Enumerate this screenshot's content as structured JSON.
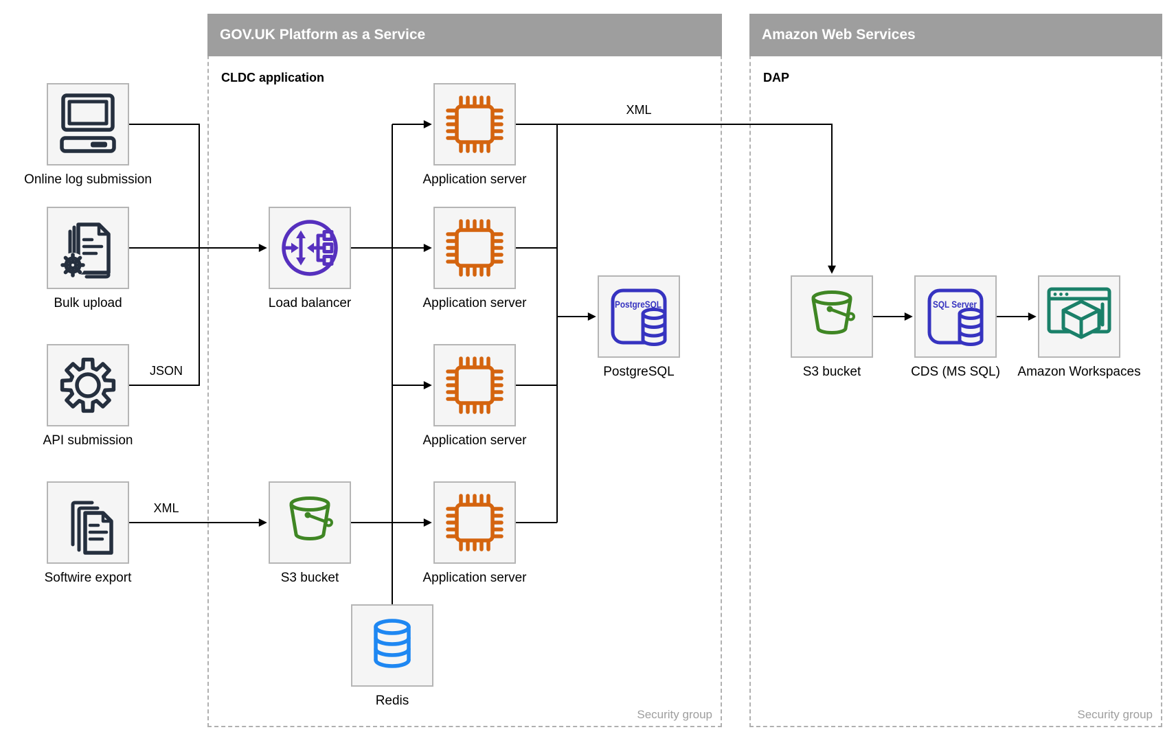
{
  "containers": {
    "paas": {
      "title": "GOV.UK Platform as a Service",
      "subtitle": "CLDC application",
      "footer": "Security group"
    },
    "aws": {
      "title": "Amazon Web Services",
      "subtitle": "DAP",
      "footer": "Security group"
    }
  },
  "nodes": {
    "online_log": {
      "label": "Online log submission",
      "icon": "desktop-computer-icon"
    },
    "bulk_upload": {
      "label": "Bulk upload",
      "icon": "documents-gear-icon"
    },
    "api_submission": {
      "label": "API submission",
      "icon": "gear-icon"
    },
    "softwire_export": {
      "label": "Softwire export",
      "icon": "documents-stack-icon"
    },
    "load_balancer": {
      "label": "Load balancer",
      "icon": "load-balancer-icon"
    },
    "app_server_1": {
      "label": "Application server",
      "icon": "chip-icon"
    },
    "app_server_2": {
      "label": "Application server",
      "icon": "chip-icon"
    },
    "app_server_3": {
      "label": "Application server",
      "icon": "chip-icon"
    },
    "app_server_4": {
      "label": "Application server",
      "icon": "chip-icon"
    },
    "postgresql": {
      "label": "PostgreSQL",
      "badge": "PostgreSQL",
      "icon": "database-card-icon"
    },
    "s3_paas": {
      "label": "S3 bucket",
      "icon": "s3-bucket-icon"
    },
    "redis": {
      "label": "Redis",
      "icon": "redis-cylinder-icon"
    },
    "s3_aws": {
      "label": "S3 bucket",
      "icon": "s3-bucket-icon"
    },
    "cds": {
      "label": "CDS (MS SQL)",
      "badge": "SQL Server",
      "icon": "database-card-icon"
    },
    "workspaces": {
      "label": "Amazon Workspaces",
      "icon": "workspaces-icon"
    }
  },
  "edge_labels": {
    "api_format": "JSON",
    "softwire_format": "XML",
    "dap_format": "XML"
  },
  "colors": {
    "navy": "#252F3E",
    "orange": "#D4640F",
    "purple": "#5630BE",
    "indigo": "#3633C0",
    "green": "#3F8624",
    "blue": "#1E87F2",
    "teal": "#1A8069",
    "header_gray": "#9E9E9E",
    "border_gray": "#B0B0B0",
    "box_bg": "#F5F5F5",
    "box_border": "#B5B5B5",
    "line_black": "#000000",
    "muted_text": "#9E9E9E"
  }
}
